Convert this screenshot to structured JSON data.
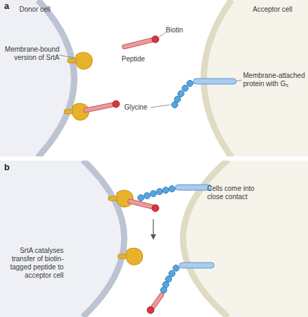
{
  "diagram": {
    "labels": [
      "a",
      "Donor cell",
      "Acceptor cell",
      "Biotin",
      "Membrane-bound version of SrtA",
      "Peptide",
      "Glycine",
      "Membrane-attached protein with G₅",
      "b",
      "Cells come into close contact",
      "SrtA catalyses transfer of biotin-tagged peptide to acceptor cell"
    ]
  }
}
